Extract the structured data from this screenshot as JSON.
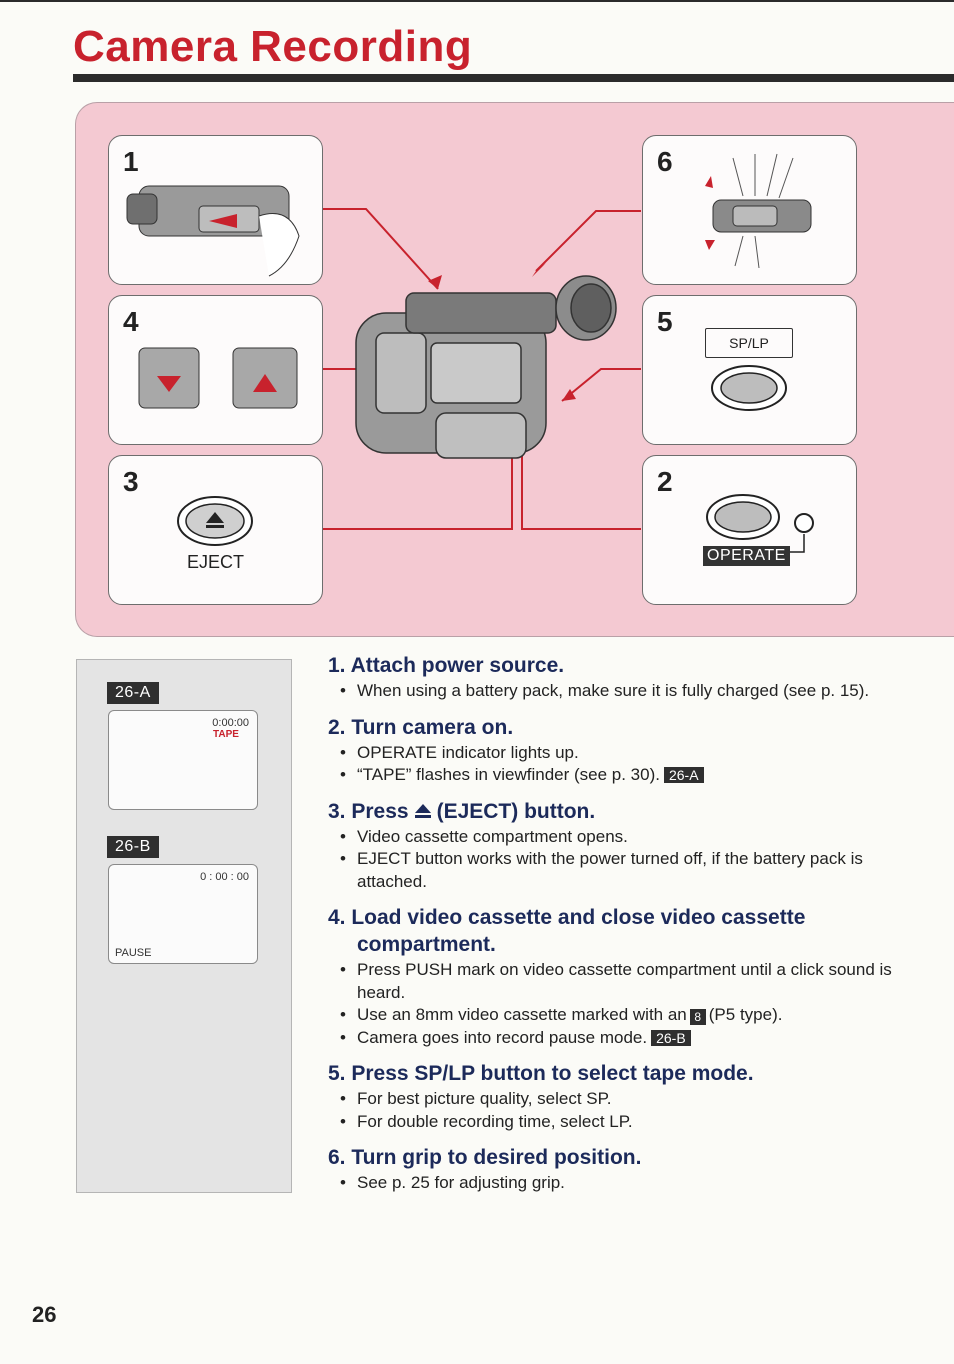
{
  "page": {
    "title": "Camera Recording",
    "page_number": "26"
  },
  "figure": {
    "panels": [
      {
        "num": "1"
      },
      {
        "num": "4"
      },
      {
        "num": "3",
        "label": "EJECT"
      },
      {
        "num": "6"
      },
      {
        "num": "5",
        "label": "SP/LP"
      },
      {
        "num": "2",
        "label": "OPERATE"
      }
    ]
  },
  "sidebar": {
    "tag_a": "26-A",
    "tag_b": "26-B",
    "vf_a": {
      "timecode": "0:00:00",
      "tape": "TAPE"
    },
    "vf_b": {
      "timecode": "0 : 00 : 00",
      "pause": "PAUSE"
    }
  },
  "steps": [
    {
      "heading": "1. Attach power source.",
      "bullets": [
        "When using a battery pack, make sure it is fully charged (see p. 15)."
      ]
    },
    {
      "heading": "2. Turn camera on.",
      "bullets": [
        "OPERATE indicator lights up.",
        "“TAPE” flashes in viewfinder (see p. 30)."
      ],
      "tag": "26-A"
    },
    {
      "heading_pre": "3. Press",
      "heading_post": "(EJECT) button.",
      "bullets": [
        "Video cassette compartment opens.",
        "EJECT button works with the power turned off, if the battery pack is attached."
      ]
    },
    {
      "heading_line1": "4. Load video cassette and close video cassette",
      "heading_line2": "compartment.",
      "bullets": [
        "Press PUSH mark on video cassette compartment until a click sound is heard.",
        "Camera goes into record pause mode."
      ],
      "b2_pre": "Use an 8mm video cassette marked with an",
      "b2_icon": "8",
      "b2_post": "(P5 type).",
      "tag": "26-B"
    },
    {
      "heading": "5. Press SP/LP button to select tape mode.",
      "bullets": [
        "For best picture quality, select SP.",
        "For double recording time, select LP."
      ]
    },
    {
      "heading": "6. Turn grip to desired position.",
      "bullets": [
        "See p. 25 for adjusting grip."
      ]
    }
  ]
}
